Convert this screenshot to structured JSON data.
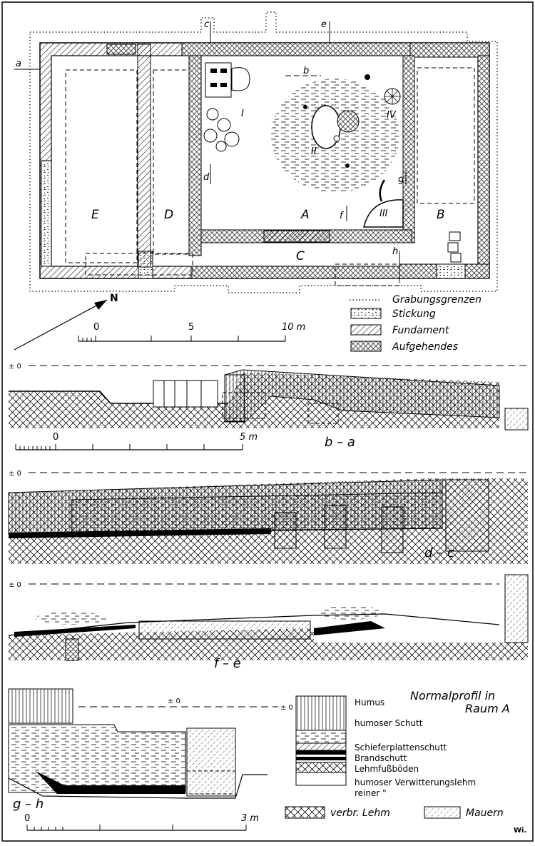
{
  "plan": {
    "rooms": [
      "A",
      "B",
      "C",
      "D",
      "E"
    ],
    "features": [
      "I",
      "II",
      "III",
      "IV"
    ],
    "section_letters": [
      "a",
      "b",
      "c",
      "d",
      "e",
      "f",
      "g",
      "h"
    ],
    "north": "N",
    "scale": {
      "ticks": [
        "0",
        "5",
        "10 m"
      ]
    }
  },
  "legend": {
    "items": [
      {
        "label": "Grabungsgrenzen",
        "pattern": "dotted"
      },
      {
        "label": "Stickung",
        "pattern": "stones"
      },
      {
        "label": "Fundament",
        "pattern": "hatch"
      },
      {
        "label": "Aufgehendes",
        "pattern": "crosshatch"
      }
    ]
  },
  "sections": {
    "datum": "± 0",
    "ba": {
      "label": "b – a",
      "scale": [
        "0",
        "5 m"
      ]
    },
    "dc": {
      "label": "d – c"
    },
    "fe": {
      "label": "f – e"
    },
    "gh": {
      "label": "g – h",
      "scale": [
        "0",
        "3 m"
      ]
    }
  },
  "normalprofil": {
    "title_line1": "Normalprofil in",
    "title_line2": "Raum A",
    "layers": [
      "Humus",
      "humoser Schutt",
      "Schieferplattenschutt",
      "Brandschutt",
      "Lehmfußböden",
      "humoser Verwitterungslehm",
      "reiner          \""
    ],
    "legend_lehm": "verbr. Lehm",
    "legend_mauern": "Mauern"
  },
  "signature": "Wi."
}
